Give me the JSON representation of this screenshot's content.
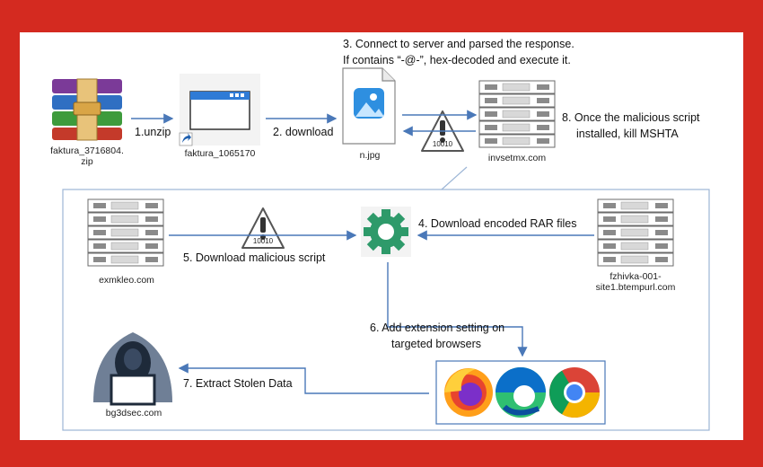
{
  "colors": {
    "frame": "#d42a20",
    "arrow": "#4a78b8",
    "box": "#9db6d6"
  },
  "nodes": {
    "zip": "faktura_3716804.\nzip",
    "shortcut": "faktura_1065170",
    "image": "n.jpg",
    "server1": "invsetmx.com",
    "server2": "exmkleo.com",
    "server3": "fzhivka-001-\nsite1.btempurl.com",
    "hacker": "bg3dsec.com"
  },
  "payload_text": "10010",
  "steps": {
    "s1": "1.unzip",
    "s2": "2. download",
    "s3a": "3. Connect to server and parsed the response.",
    "s3b": "If contains “-@-”, hex-decoded and execute it.",
    "s4": "4. Download encoded RAR files",
    "s5": "5. Download malicious script",
    "s6a": "6. Add extension setting on",
    "s6b": "targeted browsers",
    "s7": "7. Extract Stolen Data",
    "s8a": "8. Once the malicious script",
    "s8b": "installed, kill MSHTA"
  },
  "icons": [
    "winrar-icon",
    "window-shortcut-icon",
    "image-file-icon",
    "server-icon",
    "warning-payload-icon",
    "gear-icon",
    "hacker-icon",
    "firefox-icon",
    "edge-icon",
    "chrome-icon"
  ]
}
